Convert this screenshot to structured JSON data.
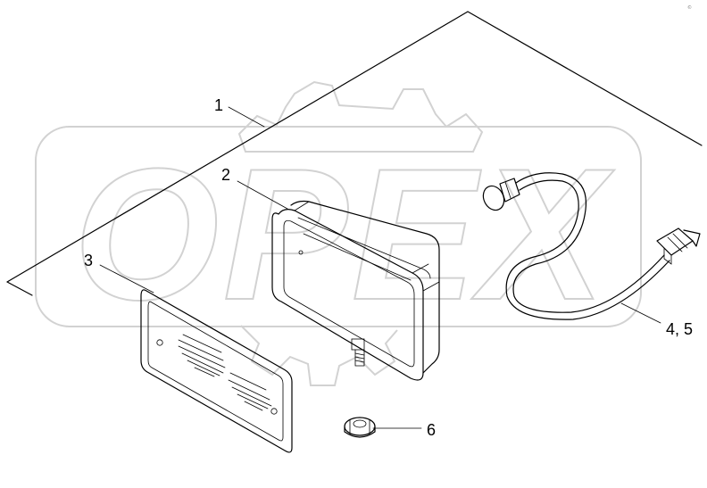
{
  "callouts": {
    "part1": "1",
    "part2": "2",
    "part3": "3",
    "part45": "4, 5",
    "part6": "6"
  },
  "watermark": {
    "text": "OPEX",
    "color": "#d2d2d2"
  },
  "corner_mark": "©"
}
